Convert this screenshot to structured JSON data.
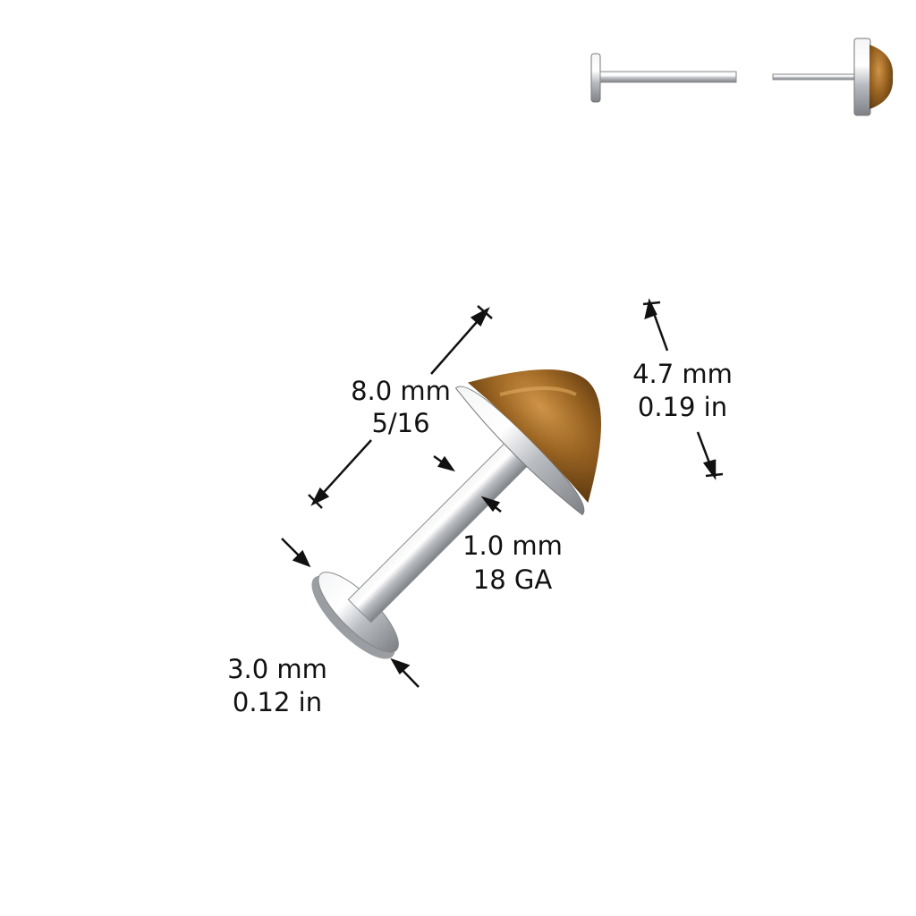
{
  "colors": {
    "metal": "#c9cbcf",
    "metal_dark": "#8a8d92",
    "gem": "#8a5a1c",
    "gem_light": "#c48a3e",
    "line": "#111111"
  },
  "dimensions": {
    "length": {
      "metric": "8.0 mm",
      "imperial": "5/16"
    },
    "top_height": {
      "metric": "4.7 mm",
      "imperial": "0.19 in"
    },
    "gauge": {
      "metric": "1.0 mm",
      "imperial": "18 GA"
    },
    "disc": {
      "metric": "3.0 mm",
      "imperial": "0.12 in"
    }
  }
}
